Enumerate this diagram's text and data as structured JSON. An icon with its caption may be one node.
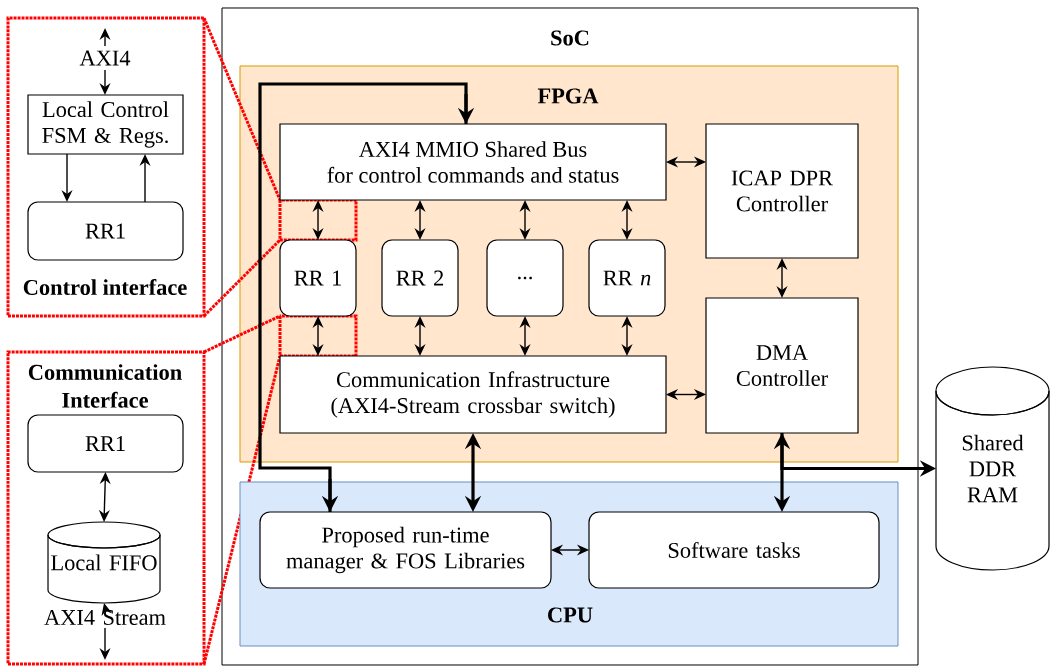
{
  "diagram": {
    "nodes": [
      {
        "text": [
          "SoC"
        ]
      },
      {
        "text": [
          "FPGA"
        ],
        "in": 0
      },
      {
        "text": [
          "AXI4 MMIO Shared Bus for control commands and status"
        ],
        "in": 1
      },
      {
        "text": [
          "ICAP DPR Controller"
        ],
        "in": 1
      },
      {
        "text": [
          "RR 1"
        ],
        "in": 1
      },
      {
        "text": [
          "RR 2"
        ],
        "in": 1
      },
      {
        "text": [
          "..."
        ],
        "in": 1
      },
      {
        "text": [
          "RR *n*"
        ],
        "in": 1
      },
      {
        "text": [
          "DMA Controller"
        ],
        "in": 1
      },
      {
        "text": [
          "Communication Infrastructure (AXI4-Stream crossbar switch)"
        ],
        "in": 1
      },
      {
        "text": [
          "CPU"
        ],
        "in": 0
      },
      {
        "text": [
          "Proposed run-time manager & FOS Libraries"
        ],
        "in": 10
      },
      {
        "text": [
          "Software tasks"
        ],
        "in": 10
      },
      {
        "text": [
          "Shared DDR RAM"
        ]
      },
      {
        "text": [
          "Control interface"
        ]
      },
      {
        "text": [
          "AXI4"
        ],
        "in": 14
      },
      {
        "text": [
          "Local Control FSM & Regs."
        ],
        "in": 14
      },
      {
        "text": [
          "RR1"
        ],
        "in": 14
      },
      {
        "text": [
          "Communication Interface"
        ]
      },
      {
        "text": [
          "RR1"
        ],
        "in": 18
      },
      {
        "text": [
          "Local FIFO"
        ],
        "in": 18
      },
      {
        "text": [
          "AXI4 Stream"
        ],
        "in": 18
      }
    ],
    "edges": [
      {
        "from": 2,
        "to": 4,
        "arrow": "both"
      },
      {
        "from": 2,
        "to": 5,
        "arrow": "both"
      },
      {
        "from": 2,
        "to": 6,
        "arrow": "both"
      },
      {
        "from": 2,
        "to": 7,
        "arrow": "both"
      },
      {
        "from": 4,
        "to": 9,
        "arrow": "both"
      },
      {
        "from": 5,
        "to": 9,
        "arrow": "both"
      },
      {
        "from": 6,
        "to": 9,
        "arrow": "both"
      },
      {
        "from": 7,
        "to": 9,
        "arrow": "both"
      },
      {
        "from": 2,
        "to": 3,
        "arrow": "both"
      },
      {
        "from": 9,
        "to": 8,
        "arrow": "both"
      },
      {
        "from": 3,
        "to": 8,
        "arrow": "both"
      },
      {
        "from": 11,
        "to": 2,
        "arrow": "both",
        "style": "thick"
      },
      {
        "from": 9,
        "to": 11,
        "arrow": "both",
        "style": "thick"
      },
      {
        "from": 8,
        "to": 12,
        "arrow": "both",
        "style": "thick"
      },
      {
        "from": 8,
        "to": 13,
        "arrow": "to",
        "style": "thick"
      },
      {
        "from": 11,
        "to": 12,
        "arrow": "both"
      },
      {
        "from": 15,
        "to": null,
        "arrow": "to"
      },
      {
        "from": 15,
        "to": 16,
        "arrow": "to"
      },
      {
        "from": 16,
        "to": 17,
        "arrow": "to"
      },
      {
        "from": 17,
        "to": 16,
        "arrow": "to"
      },
      {
        "from": 19,
        "to": 20,
        "arrow": "both"
      },
      {
        "from": 21,
        "to": 20,
        "arrow": "to"
      },
      {
        "from": 21,
        "to": null,
        "arrow": "to"
      }
    ]
  }
}
